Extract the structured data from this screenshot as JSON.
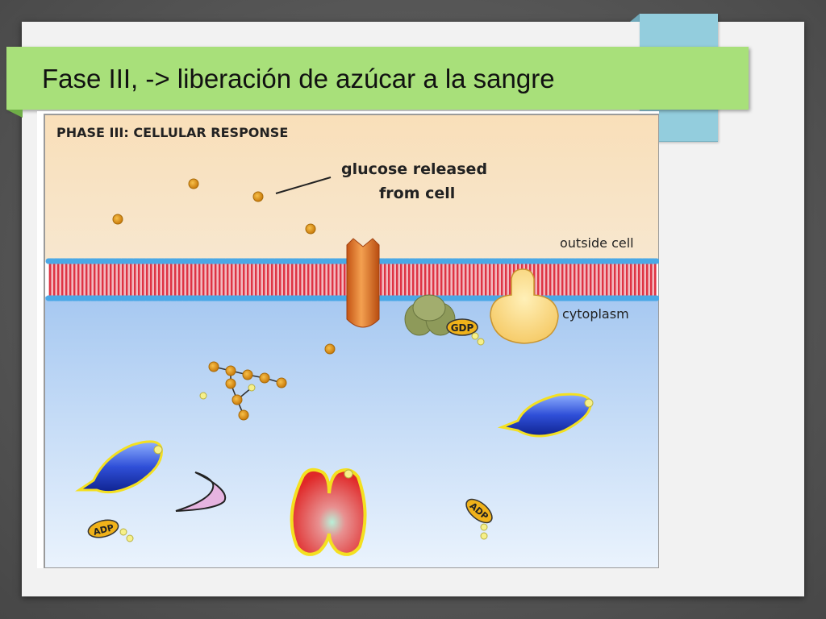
{
  "slide": {
    "title": "Fase III, -> liberación de azúcar a la sangre"
  },
  "diagram": {
    "heading": "PHASE III:  CELLULAR RESPONSE",
    "glucose_label_line1": "glucose released",
    "glucose_label_line2": "from cell",
    "outside_label": "outside cell",
    "cytoplasm_label": "cytoplasm",
    "gdp_label": "GDP",
    "adp_label_left": "ADP",
    "adp_label_right": "ADP"
  },
  "colors": {
    "title_bar": "#a8e07a",
    "tab": "#93cddd",
    "outside_bg": "#f8ddb4",
    "cytoplasm_bg": "#a9cbf3",
    "membrane": "#e23d4d",
    "membrane_beads": "#4aa8e6",
    "glucose": "#e19a1a"
  }
}
